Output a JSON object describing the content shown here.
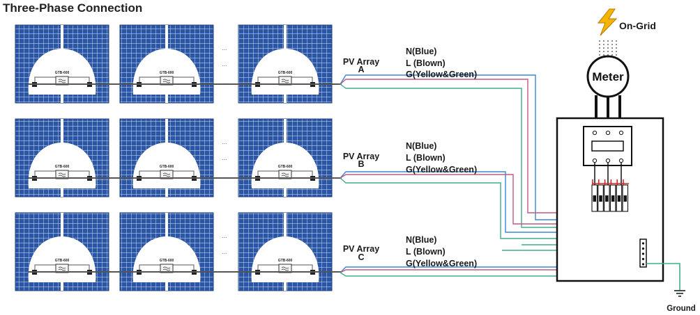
{
  "title": "Three-Phase Connection",
  "on_grid_label": "On-Grid",
  "meter_label": "Meter",
  "ground_label": "Ground",
  "inverter_model": "GTB-600",
  "dots": "...",
  "wire_legend": {
    "neutral": "N(Blue)",
    "line": "L (Blown)",
    "ground": "G(Yellow&Green)"
  },
  "arrays": [
    {
      "label": "PV Array",
      "letter": "A"
    },
    {
      "label": "PV Array",
      "letter": "B"
    },
    {
      "label": "PV Array",
      "letter": "C"
    }
  ],
  "colors": {
    "panel": "#2b55a5",
    "panel_grid": "#dbe5f5",
    "wire_blue": "#3b86d6",
    "wire_brown": "#c05a7e",
    "wire_green": "#3fae8b",
    "lightning": "#f6b400",
    "breaker_red": "#d62828"
  }
}
